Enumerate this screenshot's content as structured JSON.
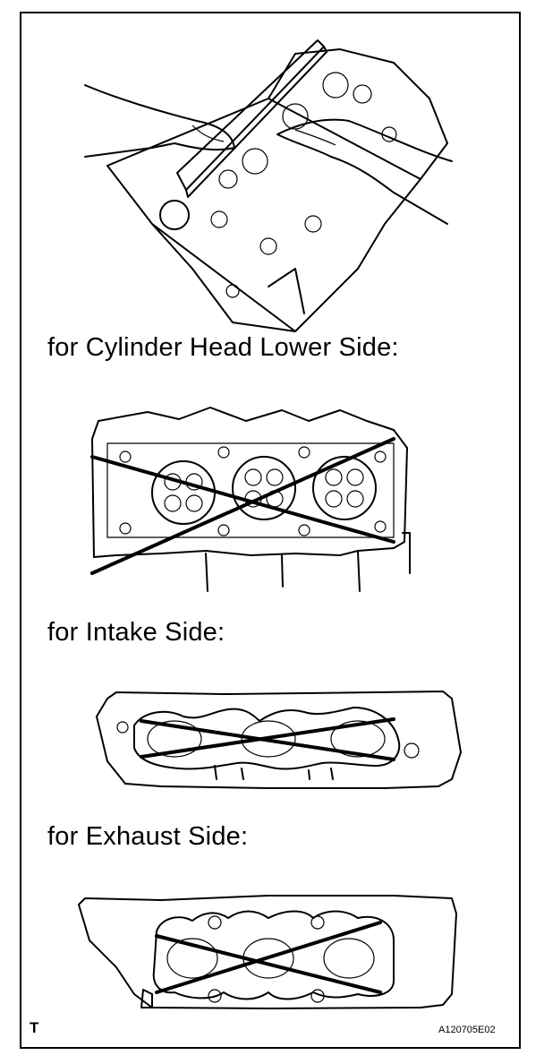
{
  "captions": {
    "lower_side": "for Cylinder Head Lower Side:",
    "intake_side": "for Intake Side:",
    "exhaust_side": "for Exhaust Side:"
  },
  "footer": {
    "corner_mark": "T",
    "figure_ref": "A120705E02"
  },
  "icons": [
    "hands-with-straightedge-illustration",
    "cylinder-head-lower-side-illustration",
    "intake-side-illustration",
    "exhaust-side-illustration",
    "measurement-cross-lines"
  ],
  "colors": {
    "ink": "#000000",
    "paper": "#ffffff"
  }
}
